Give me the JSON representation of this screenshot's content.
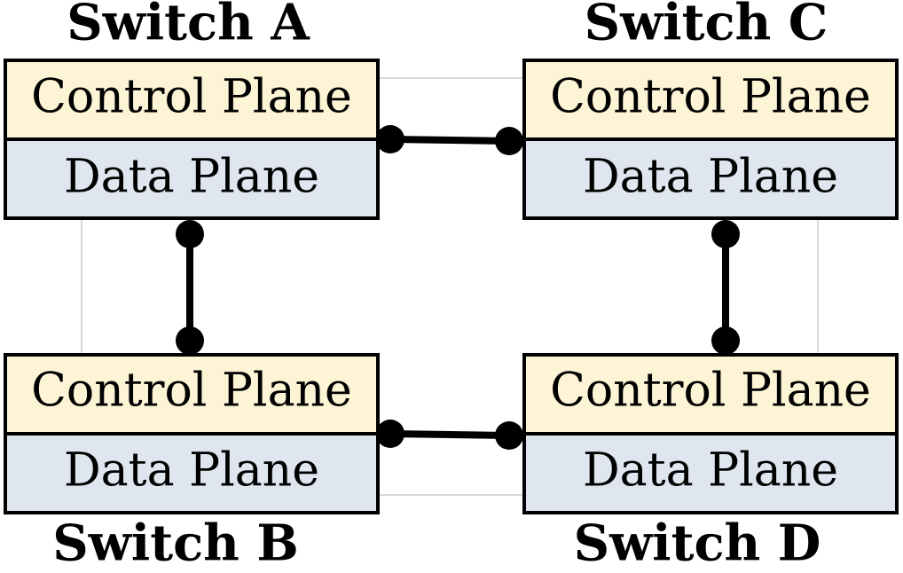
{
  "colors": {
    "control_plane_fill": "#fdf4d6",
    "data_plane_fill": "#dfe6ef",
    "border": "#000000",
    "link": "#000000",
    "grid": "#d9d9d9"
  },
  "switches": {
    "a": {
      "name": "Switch A",
      "control_plane": "Control Plane",
      "data_plane": "Data Plane"
    },
    "b": {
      "name": "Switch B",
      "control_plane": "Control Plane",
      "data_plane": "Data Plane"
    },
    "c": {
      "name": "Switch C",
      "control_plane": "Control Plane",
      "data_plane": "Data Plane"
    },
    "d": {
      "name": "Switch D",
      "control_plane": "Control Plane",
      "data_plane": "Data Plane"
    }
  },
  "links": [
    {
      "from": "Switch A",
      "to": "Switch C"
    },
    {
      "from": "Switch A",
      "to": "Switch B"
    },
    {
      "from": "Switch C",
      "to": "Switch D"
    },
    {
      "from": "Switch B",
      "to": "Switch D"
    }
  ]
}
